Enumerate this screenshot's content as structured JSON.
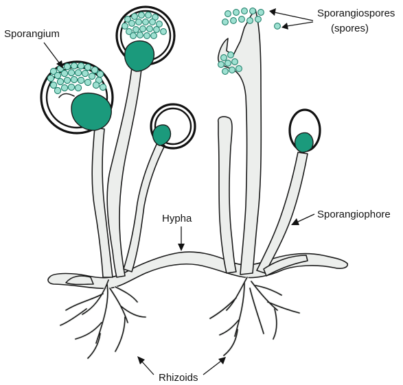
{
  "labels": {
    "sporangium": "Sporangium",
    "sporangiospores": "Sporangiospores",
    "spores": "(spores)",
    "hypha": "Hypha",
    "sporangiophore": "Sporangiophore",
    "rhizoids": "Rhizoids"
  },
  "colors": {
    "columella": "#1b9a7c",
    "spore": "#9fe1d2",
    "hypha_fill": "#eceeec",
    "outline": "#1a1a1a"
  }
}
